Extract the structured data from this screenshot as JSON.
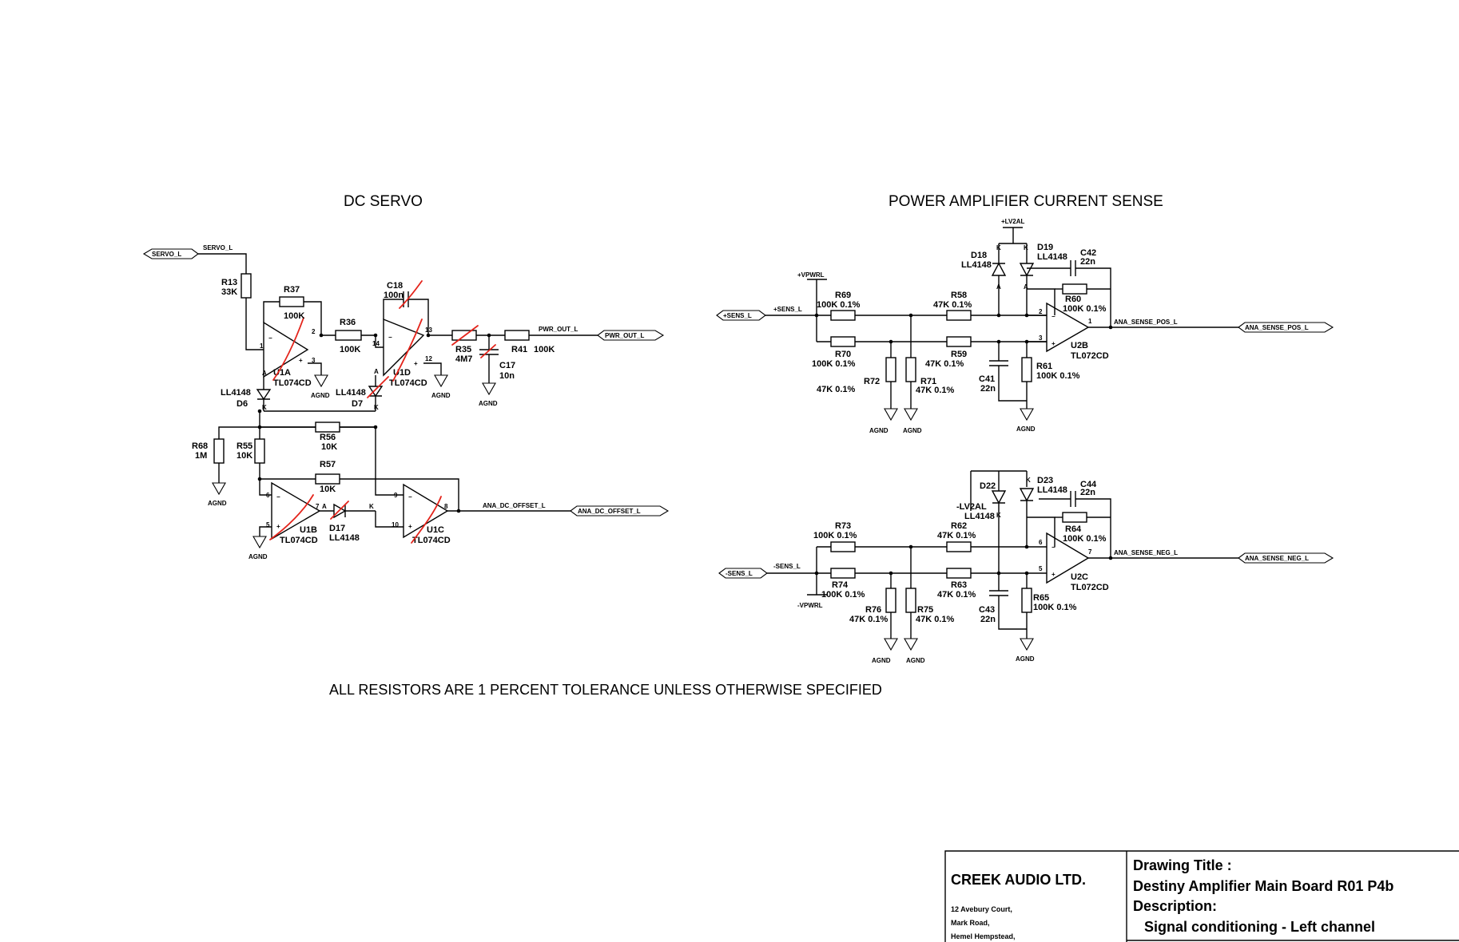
{
  "titles": {
    "dc_servo": "DC SERVO",
    "current_sense": "POWER AMPLIFIER CURRENT SENSE"
  },
  "note": "ALL RESISTORS ARE 1 PERCENT TOLERANCE UNLESS OTHERWISE SPECIFIED",
  "ports": {
    "servo_l": "SERVO_L",
    "pwr_out_l": "PWR_OUT_L",
    "ana_dc_offset_l": "ANA_DC_OFFSET_L",
    "sens_pos_l": "+SENS_L",
    "sens_neg_l": "-SENS_L",
    "ana_sense_pos_l": "ANA_SENSE_POS_L",
    "ana_sense_neg_l": "ANA_SENSE_NEG_L"
  },
  "nets": {
    "servo_l": "SERVO_L",
    "pwr_out_l": "PWR_OUT_L",
    "ana_dc_offset_l": "ANA_DC_OFFSET_L",
    "sens_pos_l": "+SENS_L",
    "sens_neg_l": "-SENS_L",
    "ana_sense_pos_l": "ANA_SENSE_POS_L",
    "ana_sense_neg_l": "ANA_SENSE_NEG_L",
    "vpwrl_pos": "+VPWRL",
    "vpwrl_neg": "-VPWRL",
    "lv2al_pos": "+LV2AL",
    "lv2al_neg": "-LV2AL",
    "agnd": "AGND"
  },
  "components": {
    "R13": {
      "ref": "R13",
      "value": "33K"
    },
    "R37": {
      "ref": "R37",
      "value": "100K"
    },
    "R36": {
      "ref": "R36",
      "value": "100K"
    },
    "C18": {
      "ref": "C18",
      "value": "100n"
    },
    "R35": {
      "ref": "R35",
      "value": "4M7"
    },
    "R41": {
      "ref": "R41",
      "value": "100K"
    },
    "C17": {
      "ref": "C17",
      "value": "10n"
    },
    "U1A": {
      "ref": "U1A",
      "value": "TL074CD"
    },
    "U1D": {
      "ref": "U1D",
      "value": "TL074CD"
    },
    "D6": {
      "ref": "D6",
      "value": "LL4148"
    },
    "D7": {
      "ref": "D7",
      "value": "LL4148"
    },
    "R68": {
      "ref": "R68",
      "value": "1M"
    },
    "R55": {
      "ref": "R55",
      "value": "10K"
    },
    "R56": {
      "ref": "R56",
      "value": "10K"
    },
    "R57": {
      "ref": "R57",
      "value": "10K"
    },
    "U1B": {
      "ref": "U1B",
      "value": "TL074CD"
    },
    "U1C": {
      "ref": "U1C",
      "value": "TL074CD"
    },
    "D17": {
      "ref": "D17",
      "value": "LL4148"
    },
    "R69": {
      "ref": "R69",
      "value": "100K 0.1%"
    },
    "R70": {
      "ref": "R70",
      "value": "100K 0.1%"
    },
    "R58": {
      "ref": "R58",
      "value": "47K 0.1%"
    },
    "R59": {
      "ref": "R59",
      "value": "47K 0.1%"
    },
    "R72": {
      "ref": "R72",
      "value": "47K 0.1%"
    },
    "R71": {
      "ref": "R71",
      "value": "47K 0.1%"
    },
    "C41": {
      "ref": "C41",
      "value": "22n"
    },
    "R61": {
      "ref": "R61",
      "value": "100K 0.1%"
    },
    "D18": {
      "ref": "D18",
      "value": "LL4148"
    },
    "D19": {
      "ref": "D19",
      "value": "LL4148"
    },
    "C42": {
      "ref": "C42",
      "value": "22n"
    },
    "R60": {
      "ref": "R60",
      "value": "100K 0.1%"
    },
    "U2B": {
      "ref": "U2B",
      "value": "TL072CD"
    },
    "R73": {
      "ref": "R73",
      "value": "100K 0.1%"
    },
    "R74": {
      "ref": "R74",
      "value": "100K 0.1%"
    },
    "R62": {
      "ref": "R62",
      "value": "47K 0.1%"
    },
    "R63": {
      "ref": "R63",
      "value": "47K 0.1%"
    },
    "R76": {
      "ref": "R76",
      "value": "47K 0.1%"
    },
    "R75": {
      "ref": "R75",
      "value": "47K 0.1%"
    },
    "C43": {
      "ref": "C43",
      "value": "22n"
    },
    "R65": {
      "ref": "R65",
      "value": "100K 0.1%"
    },
    "D22": {
      "ref": "D22",
      "value": "LL4148"
    },
    "D23": {
      "ref": "D23",
      "value": "LL4148"
    },
    "C44": {
      "ref": "C44",
      "value": "22n"
    },
    "R64": {
      "ref": "R64",
      "value": "100K 0.1%"
    },
    "U2C": {
      "ref": "U2C",
      "value": "TL072CD"
    }
  },
  "pins": {
    "u1a_out": "2",
    "u1a_inv": "1",
    "u1a_non": "3",
    "u1d_inv": "14",
    "u1d_out": "13",
    "u1d_non": "12",
    "u1b_inv": "6",
    "u1b_non": "5",
    "u1b_out": "7",
    "u1c_inv": "9",
    "u1c_non": "10",
    "u1c_out": "8",
    "u2b_inv": "2",
    "u2b_non": "3",
    "u2b_out": "1",
    "u2c_inv": "6",
    "u2c_non": "5",
    "u2c_out": "7",
    "anode": "A",
    "cathode": "K"
  },
  "title_block": {
    "company": "CREEK AUDIO LTD.",
    "address": [
      "12 Avebury Court,",
      "Mark Road,",
      "Hemel Hempstead,"
    ],
    "drawing_title_label": "Drawing Title :",
    "drawing_title": "Destiny Amplifier Main Board R01 P4b",
    "description_label": "Description:",
    "description": "Signal conditioning - Left channel"
  }
}
